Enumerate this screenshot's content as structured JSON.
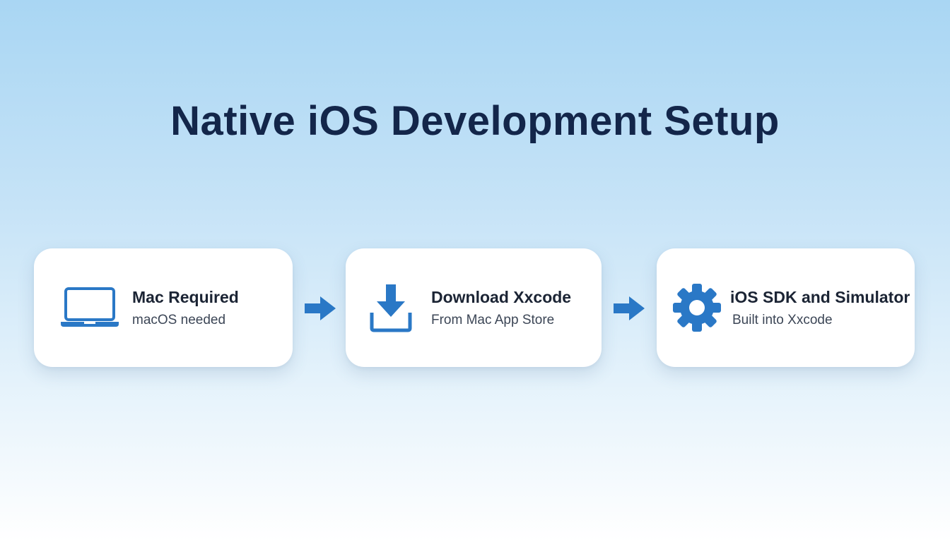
{
  "title": "Native iOS Development Setup",
  "colors": {
    "accent": "#2a78c6",
    "title": "#13264a",
    "card_background": "#ffffff"
  },
  "steps": [
    {
      "icon": "laptop-icon",
      "title": "Mac Required",
      "subtitle": "macOS needed"
    },
    {
      "icon": "download-icon",
      "title": "Download Xxcode",
      "subtitle": "From Mac App Store"
    },
    {
      "icon": "gear-icon",
      "title": "iOS SDK and Simulator",
      "subtitle": "Built into Xxcode"
    }
  ],
  "connectors": [
    {
      "icon": "arrow-right-icon"
    },
    {
      "icon": "arrow-right-icon"
    }
  ]
}
